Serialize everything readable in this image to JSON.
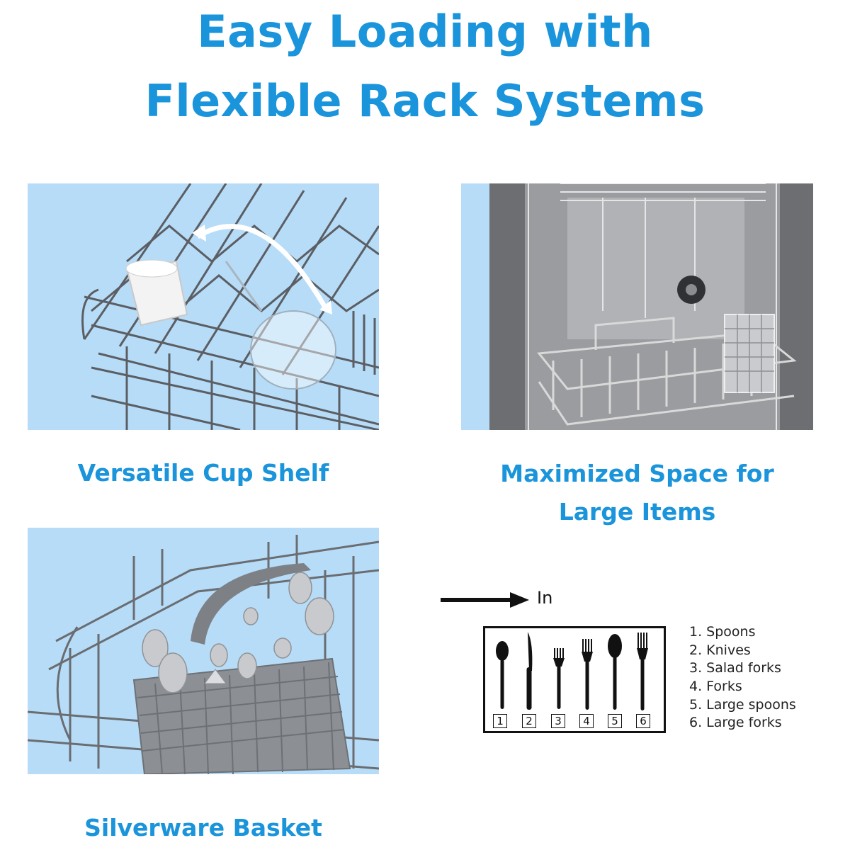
{
  "header": {
    "line1": "Easy Loading with",
    "line2": "Flexible Rack Systems"
  },
  "panels": {
    "cup_shelf": {
      "caption": "Versatile Cup Shelf"
    },
    "large_items": {
      "caption_line1": "Maximized Space for",
      "caption_line2": "Large Items"
    },
    "silverware": {
      "caption": "Silverware Basket"
    }
  },
  "diagram": {
    "direction_label": "In",
    "slots": [
      "1",
      "2",
      "3",
      "4",
      "5",
      "6"
    ],
    "legend": [
      "1. Spoons",
      "2. Knives",
      "3. Salad forks",
      "4. Forks",
      "5. Large spoons",
      "6. Large forks"
    ]
  },
  "colors": {
    "accent": "#1a94db",
    "panel_bg": "#b7dcf8"
  }
}
